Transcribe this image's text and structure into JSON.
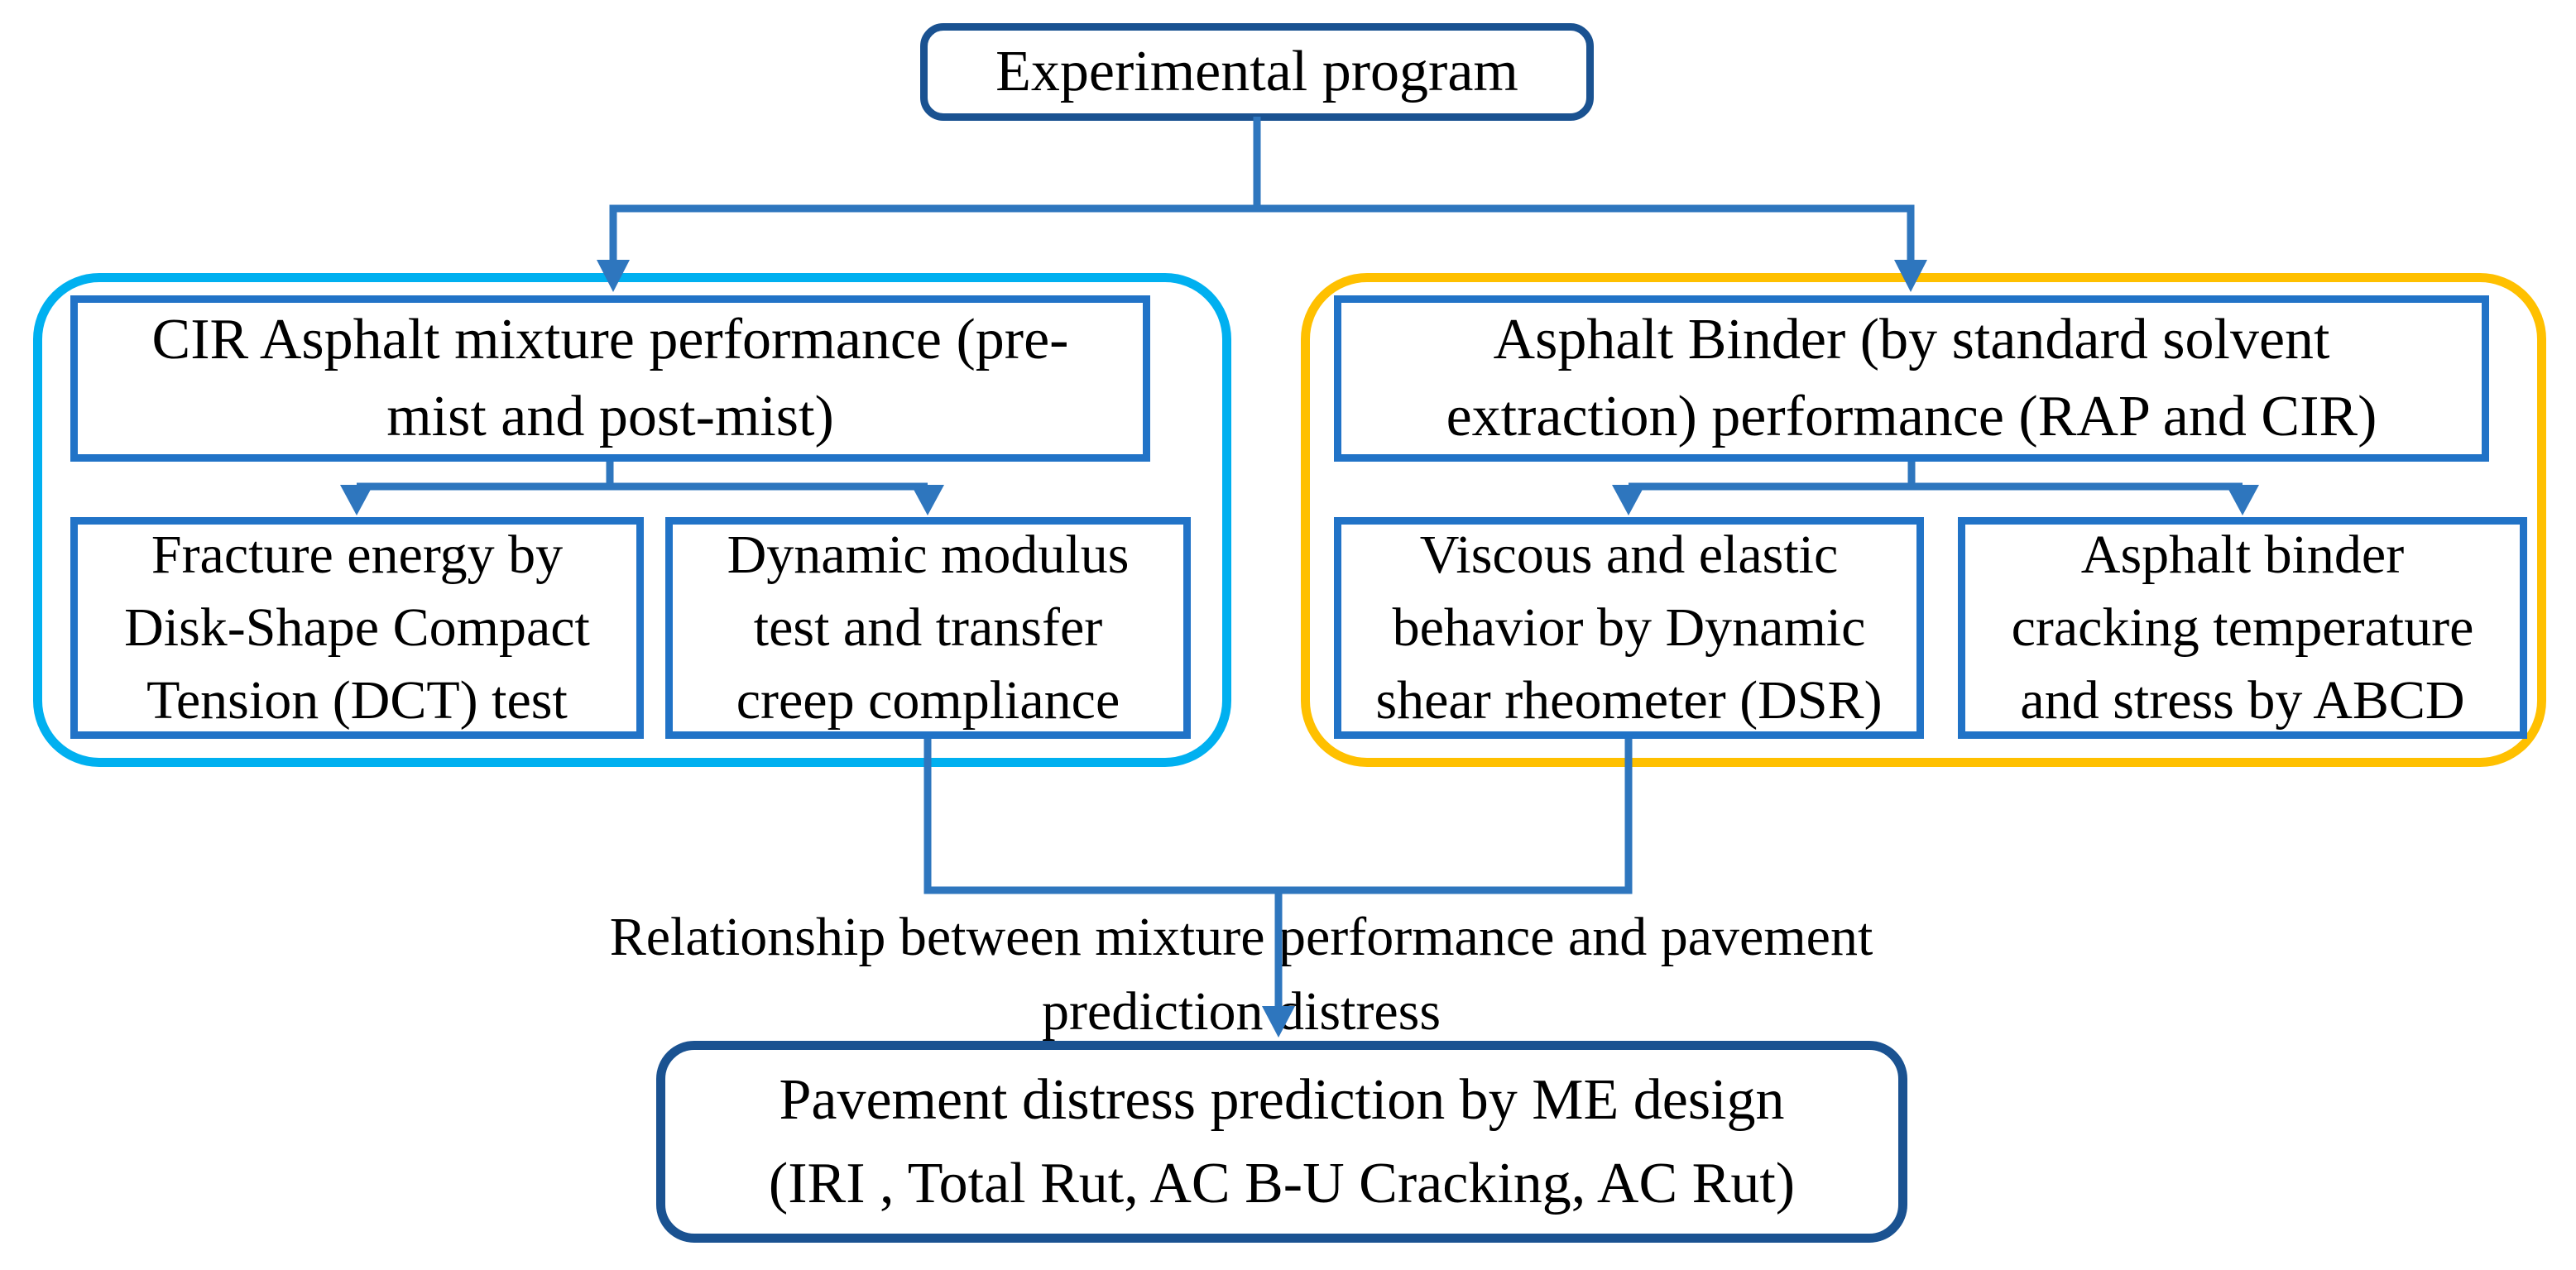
{
  "title": "Experimental program flowchart",
  "colors": {
    "navy": "#1A5291",
    "blue": "#2173C7",
    "line": "#2E76BE",
    "cyan": "#00B0F0",
    "gold": "#FFC000",
    "text": "#000000",
    "background": "#FFFFFF"
  },
  "nodes": {
    "root": {
      "lines": [
        "Experimental program"
      ]
    },
    "left_header": {
      "lines": [
        "CIR Asphalt mixture performance (pre-",
        "mist and post-mist)"
      ]
    },
    "left_child_1": {
      "lines": [
        "Fracture energy by",
        "Disk-Shape Compact",
        "Tension (DCT) test"
      ]
    },
    "left_child_2": {
      "lines": [
        "Dynamic modulus",
        "test and transfer",
        "creep compliance"
      ]
    },
    "right_header": {
      "lines": [
        "Asphalt Binder (by standard solvent",
        "extraction) performance (RAP and CIR)"
      ]
    },
    "right_child_1": {
      "lines": [
        "Viscous and elastic",
        "behavior by Dynamic",
        "shear rheometer (DSR)"
      ]
    },
    "right_child_2": {
      "lines": [
        "Asphalt binder",
        "cracking temperature",
        "and stress by ABCD"
      ]
    },
    "relationship": {
      "lines": [
        "Relationship between mixture performance and pavement",
        "prediction distress"
      ]
    },
    "outcome": {
      "lines": [
        "Pavement distress prediction by ME design",
        "(IRI , Total Rut, AC B-U Cracking, AC Rut)"
      ]
    }
  }
}
